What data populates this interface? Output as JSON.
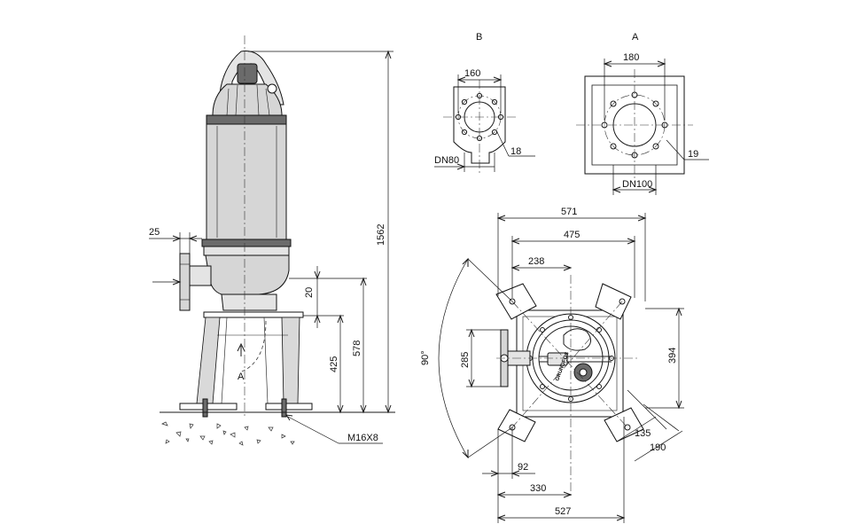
{
  "views": {
    "view_b_label": "B",
    "view_a_label": "A",
    "side_view_arrow_label": "A"
  },
  "dimensions": {
    "overall_height": "1562",
    "flange_offset": "25",
    "gap_20": "20",
    "height_425": "425",
    "height_578": "578",
    "b_bolt_circle": "160",
    "b_hole": "18",
    "b_nominal": "DN80",
    "a_bolt_circle": "180",
    "a_hole": "19",
    "a_nominal": "DN100",
    "plan_571": "571",
    "plan_475": "475",
    "plan_238": "238",
    "plan_285": "285",
    "plan_394": "394",
    "plan_angle": "90°",
    "plan_135": "135",
    "plan_190": "190",
    "plan_92": "92",
    "plan_330": "330",
    "plan_527": "527",
    "anchor_bolts": "M16X8"
  },
  "logo": {
    "text": "GRUNDFOS"
  },
  "colors": {
    "line": "#1a1a1a",
    "fill_light": "#d6d6d6",
    "fill_dark": "#6b6b6b",
    "background": "#ffffff"
  }
}
